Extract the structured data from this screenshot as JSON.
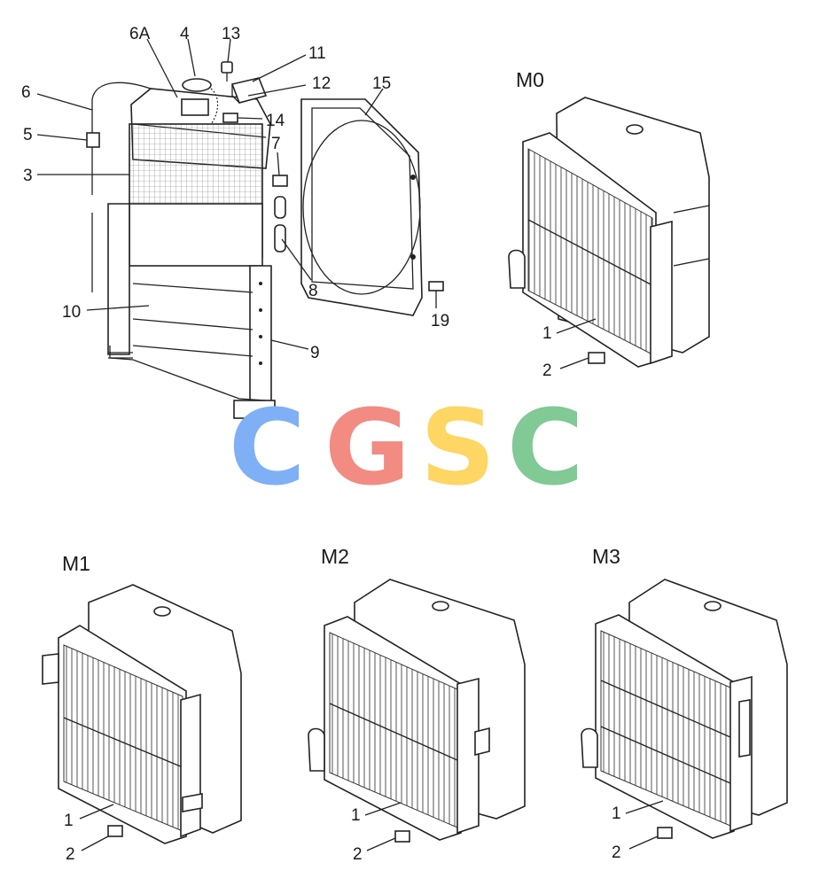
{
  "diagram": {
    "callouts": {
      "c6a": "6A",
      "c4": "4",
      "c13": "13",
      "c11": "11",
      "c12": "12",
      "c15": "15",
      "c6": "6",
      "c5": "5",
      "c3": "3",
      "c14": "14",
      "c7": "7",
      "c8": "8",
      "c10": "10",
      "c9": "9",
      "c19": "19"
    },
    "variants": {
      "m0": {
        "title": "M0",
        "part1": "1",
        "part2": "2"
      },
      "m1": {
        "title": "M1",
        "part1": "1",
        "part2": "2"
      },
      "m2": {
        "title": "M2",
        "part1": "1",
        "part2": "2"
      },
      "m3": {
        "title": "M3",
        "part1": "1",
        "part2": "2"
      }
    }
  },
  "watermark": {
    "letters": [
      "C",
      "G",
      "S",
      "C"
    ],
    "colors": [
      "#7fb0f5",
      "#f28b82",
      "#fdd663",
      "#81c995"
    ]
  }
}
